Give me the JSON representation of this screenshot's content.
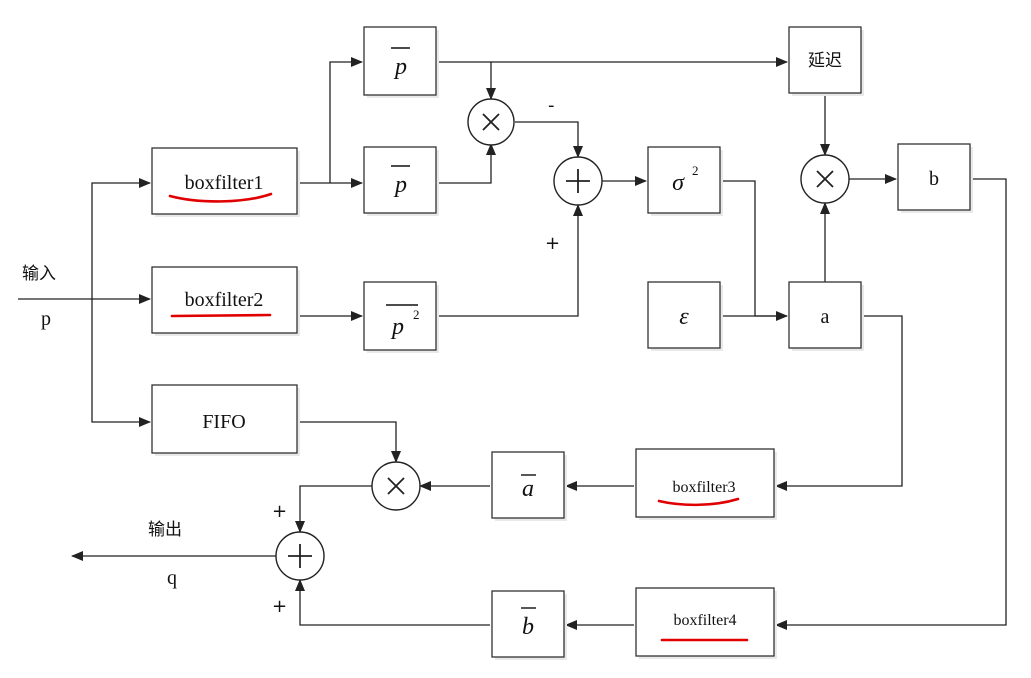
{
  "blocks": {
    "boxfilter1": "boxfilter1",
    "boxfilter2": "boxfilter2",
    "boxfilter3": "boxfilter3",
    "boxfilter4": "boxfilter4",
    "fifo": "FIFO",
    "p_bar_top": "p",
    "p_bar_mid": "p",
    "p2_bar": "p",
    "p2_exp": "2",
    "sigma": "σ",
    "sigma_exp": "2",
    "epsilon": "ε",
    "a": "a",
    "b": "b",
    "delay": "延迟",
    "a_bar": "a",
    "b_bar": "b"
  },
  "signs": {
    "sub_minus": "-",
    "sub_plus": "+",
    "out_plus_top": "+",
    "out_plus_bottom": "+"
  },
  "io": {
    "input_label": "输入",
    "input_symbol": "p",
    "output_label": "输出",
    "output_symbol": "q"
  },
  "colors": {
    "line": "#222222",
    "box_border": "#333333",
    "underline": "#e00000"
  }
}
